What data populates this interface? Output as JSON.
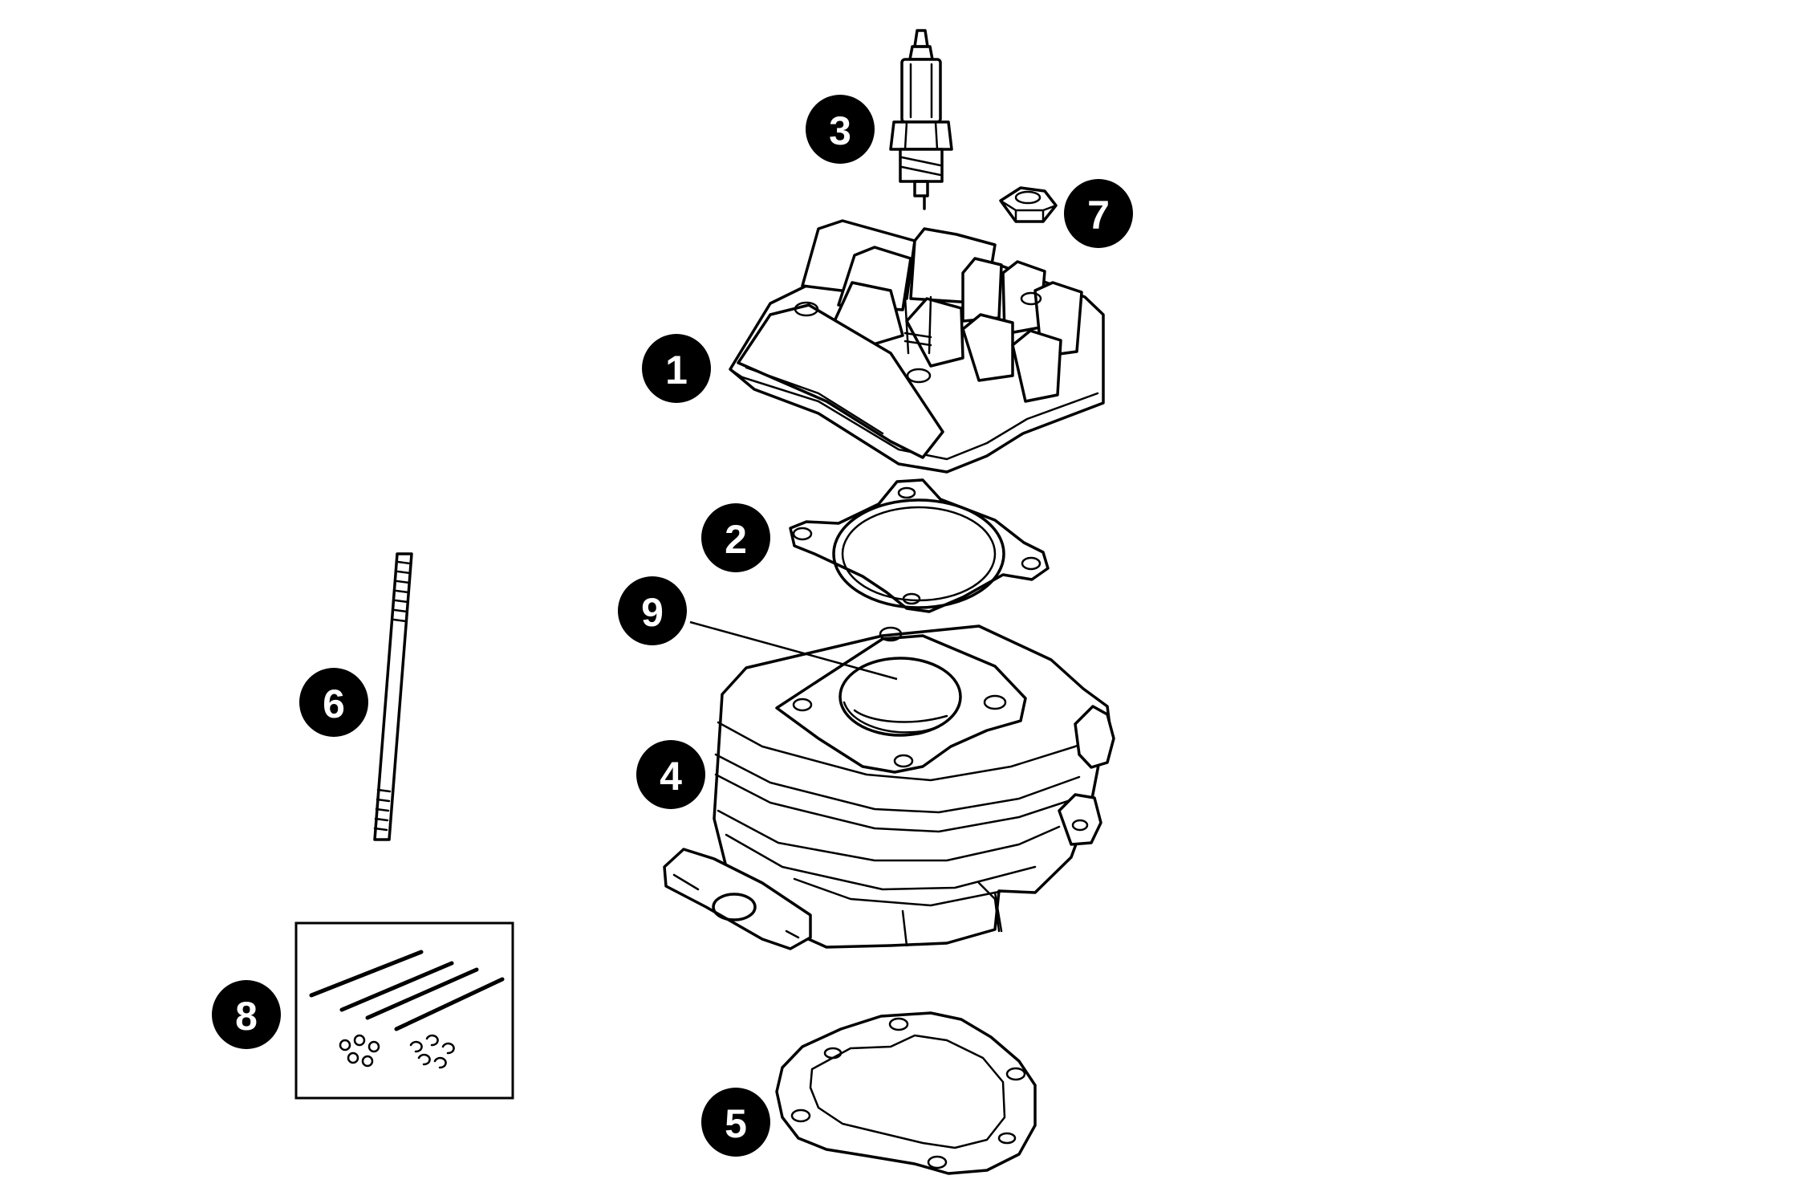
{
  "colors": {
    "line": "#000000",
    "background": "#ffffff",
    "badge_fill": "#000000",
    "badge_text": "#ffffff"
  },
  "callouts": [
    {
      "id": "cylinder-head",
      "label": "1"
    },
    {
      "id": "head-gasket",
      "label": "2"
    },
    {
      "id": "spark-plug",
      "label": "3"
    },
    {
      "id": "cylinder",
      "label": "4"
    },
    {
      "id": "base-gasket",
      "label": "5"
    },
    {
      "id": "stud",
      "label": "6"
    },
    {
      "id": "nut",
      "label": "7"
    },
    {
      "id": "hardware-kit",
      "label": "8"
    },
    {
      "id": "piston",
      "label": "9"
    }
  ]
}
